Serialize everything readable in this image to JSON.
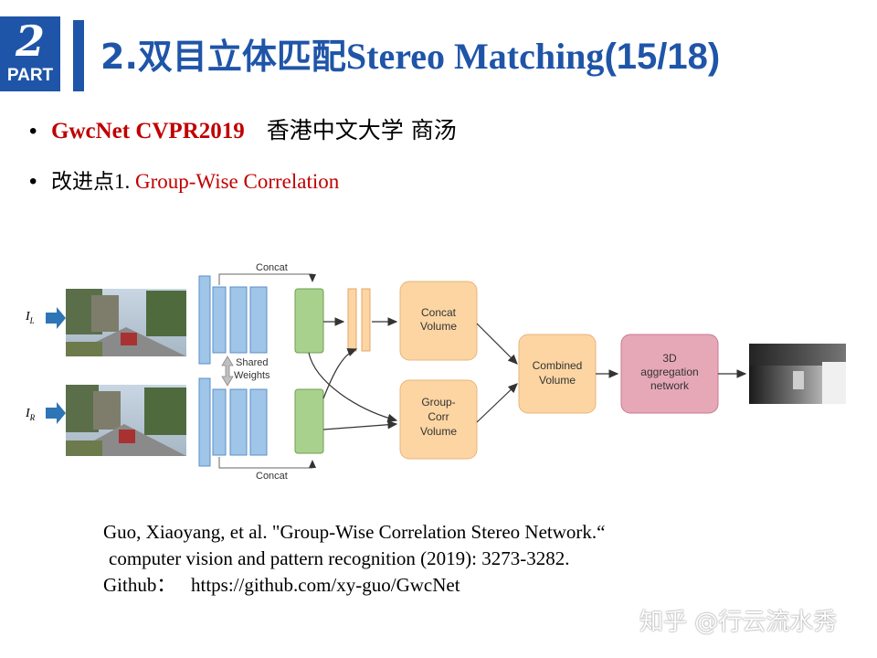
{
  "header": {
    "badge_number": "2",
    "badge_label": "PART",
    "title_cn": "2.双目立体匹配",
    "title_en": "Stereo Matching",
    "title_count": "(15/18)"
  },
  "bullets": {
    "paper": "GwcNet CVPR2019",
    "institutions": "香港中文大学 商汤",
    "improvement_prefix": "改进点",
    "improvement_number": "1. ",
    "improvement_item": "Group-Wise Correlation"
  },
  "diagram": {
    "input_left": "I",
    "input_left_sub": "L",
    "input_right": "I",
    "input_right_sub": "R",
    "concat_top": "Concat",
    "concat_bottom": "Concat",
    "shared_line1": "Shared",
    "shared_line2": "Weights",
    "concat_volume_line1": "Concat",
    "concat_volume_line2": "Volume",
    "group_corr_line1": "Group-",
    "group_corr_line2": "Corr",
    "group_corr_line3": "Volume",
    "combined_line1": "Combined",
    "combined_line2": "Volume",
    "aggregation_line1": "3D",
    "aggregation_line2": "aggregation",
    "aggregation_line3": "network",
    "colors": {
      "feature_blue": "#9fc5e8",
      "feature_green": "#a9d18e",
      "volume_orange": "#fcd5a3",
      "aggregation_pink": "#e6a8b7",
      "arrow_blue": "#2e75b6"
    }
  },
  "reference": {
    "line1": "Guo, Xiaoyang, et al. \"Group-Wise Correlation Stereo Network.“",
    "line2": "computer vision and pattern recognition (2019): 3273-3282.",
    "github_label": "Github：",
    "github_url": "https://github.com/xy-guo/GwcNet"
  },
  "watermark": "知乎 @行云流水秀"
}
